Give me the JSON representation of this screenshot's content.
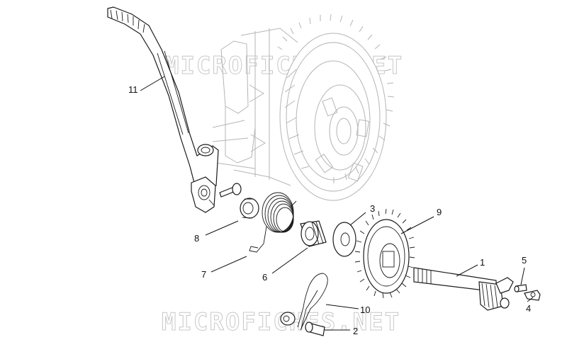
{
  "watermark": {
    "top": "MICROFICHES.NET",
    "bottom": "MICROFICHES.NET"
  },
  "callouts": [
    {
      "id": "1",
      "label": "1"
    },
    {
      "id": "2",
      "label": "2"
    },
    {
      "id": "3",
      "label": "3"
    },
    {
      "id": "4",
      "label": "4"
    },
    {
      "id": "5",
      "label": "5"
    },
    {
      "id": "6",
      "label": "6"
    },
    {
      "id": "7",
      "label": "7"
    },
    {
      "id": "8",
      "label": "8"
    },
    {
      "id": "9",
      "label": "9"
    },
    {
      "id": "10",
      "label": "10"
    },
    {
      "id": "11",
      "label": "11"
    }
  ],
  "colors": {
    "line": "#1a1a1a",
    "ghost": "#b5b5b5",
    "watermark": "#c8c8c8",
    "background": "#ffffff"
  }
}
